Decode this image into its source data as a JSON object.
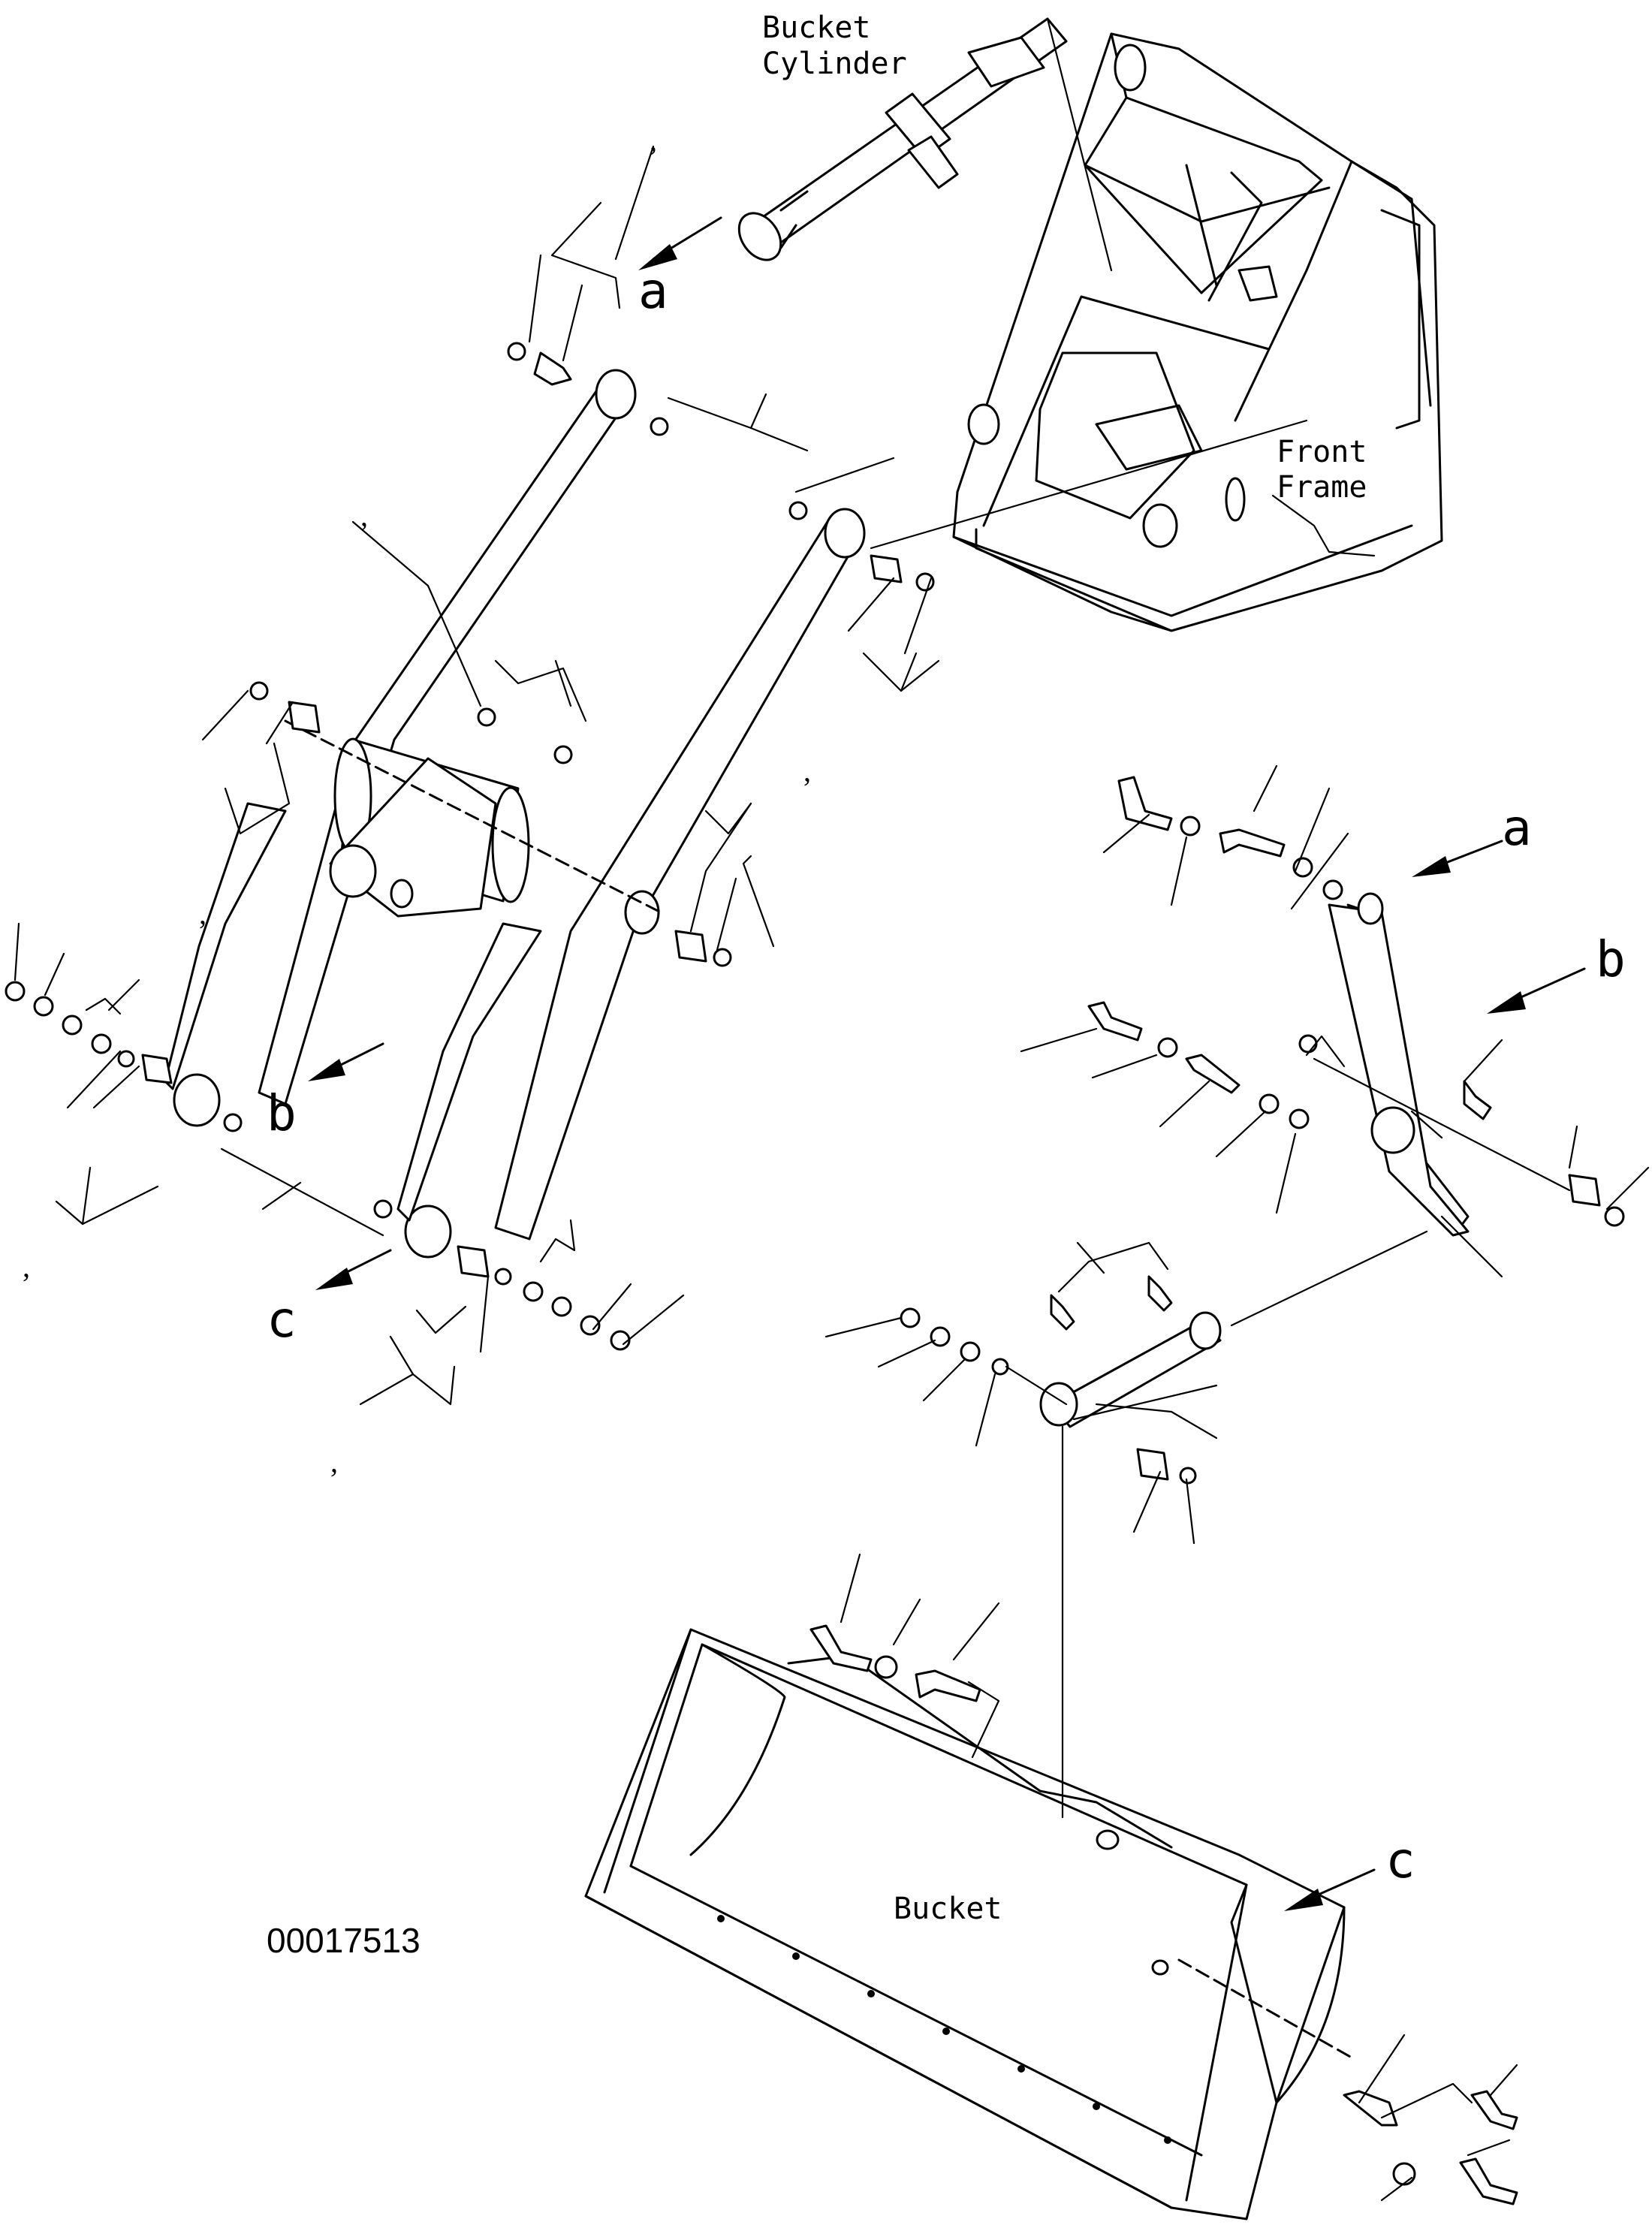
{
  "labels": {
    "bucket_cylinder_line1": "Bucket",
    "bucket_cylinder_line2": "Cylinder",
    "front_frame_line1": "Front",
    "front_frame_line2": "Frame",
    "bucket": "Bucket",
    "drawing_number": "00017513"
  },
  "reference_marks": {
    "a": "a",
    "b": "b",
    "c": "c"
  },
  "tick_mark": ","
}
